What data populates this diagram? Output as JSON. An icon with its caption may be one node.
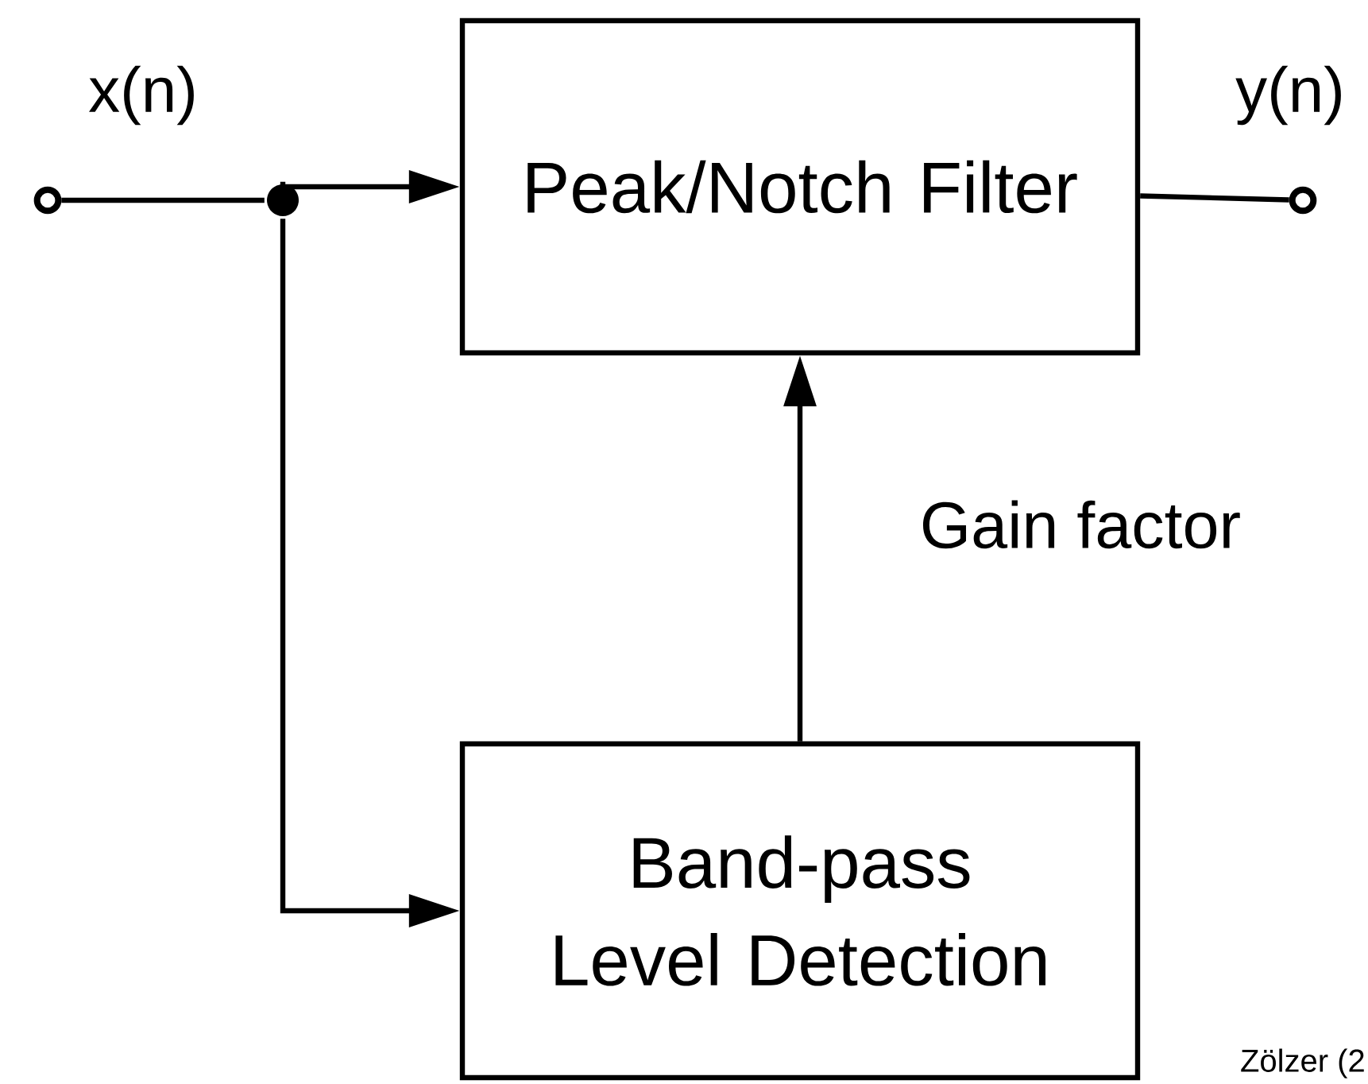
{
  "diagram": {
    "nodes": [
      {
        "text": [],
        "shape": "circle",
        "beside": [
          "x(n)"
        ]
      },
      {
        "text": [],
        "shape": "dot"
      },
      {
        "text": [
          "Peak/Notch Filter"
        ]
      },
      {
        "text": [],
        "shape": "circle",
        "beside": [
          "y(n)"
        ]
      },
      {
        "text": [
          "Band-pass Level Detection"
        ]
      }
    ],
    "edges": [
      {
        "from": 0,
        "to": 1,
        "arrow": "none"
      },
      {
        "from": 1,
        "to": 2,
        "arrow": "to"
      },
      {
        "from": 2,
        "to": 3,
        "arrow": "none"
      },
      {
        "from": 1,
        "to": 4,
        "arrow": "to"
      },
      {
        "from": 4,
        "to": 2,
        "arrow": "to",
        "label": "Gain factor"
      }
    ],
    "labels": [
      "Zölzer (2"
    ]
  }
}
